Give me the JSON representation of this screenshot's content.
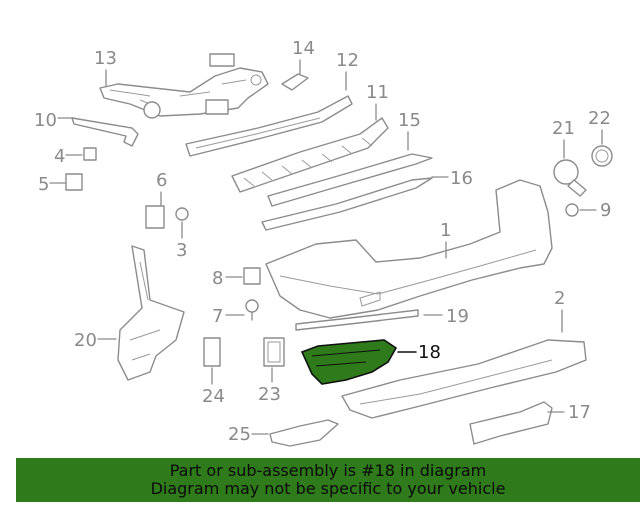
{
  "diagram": {
    "highlight_color": "#2f7a1a",
    "labels": [
      "13",
      "14",
      "12",
      "10",
      "11",
      "4",
      "15",
      "5",
      "16",
      "6",
      "22",
      "21",
      "9",
      "3",
      "1",
      "8",
      "2",
      "7",
      "19",
      "18",
      "20",
      "24",
      "23",
      "17",
      "25"
    ],
    "highlighted_part": "18"
  },
  "banner": {
    "line1": "Part or sub-assembly is #18 in diagram",
    "line2": "Diagram may not be specific to your vehicle",
    "color": "#2f7a1a"
  }
}
